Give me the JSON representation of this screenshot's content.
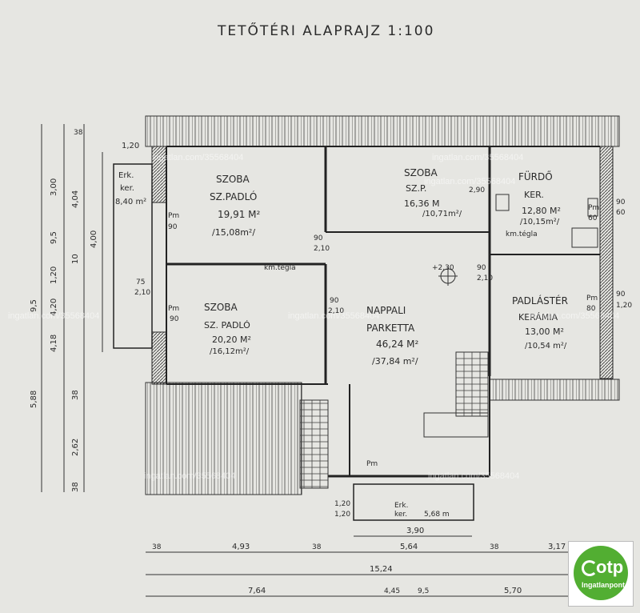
{
  "title": "TETŐTÉRI ALAPRAJZ 1:100",
  "rooms": {
    "szoba1": {
      "name": "SZOBA",
      "floor": "SZ.PADLÓ",
      "area": "19,91 M²",
      "area2": "/15,08m²/"
    },
    "szoba2": {
      "name": "SZOBA",
      "floor": "SZ.P.",
      "area": "16,36 M",
      "area2": "/10,71m²/"
    },
    "furdo": {
      "name": "FÜRDŐ",
      "floor": "KER.",
      "area": "12,80 M²",
      "area2": "/10,15m²/",
      "note": "km.tégla"
    },
    "szoba3": {
      "name": "SZOBA",
      "floor": "SZ. PADLÓ",
      "area": "20,20 M²",
      "area2": "/16,12m²/"
    },
    "nappali": {
      "name": "NAPPALI",
      "floor": "PARKETTA",
      "area": "46,24 M²",
      "area2": "/37,84 m²/"
    },
    "padlaster": {
      "name": "PADLÁSTÉR",
      "floor": "KERÁMIA",
      "area": "13,00 M²",
      "area2": "/10,54 m²/"
    },
    "erkely_left": {
      "name": "Erk.",
      "floor": "ker.",
      "area": "8,40 m²"
    },
    "erkely_bottom": {
      "name": "Erk.",
      "floor": "ker.",
      "area": "5,68 m"
    }
  },
  "labels": {
    "kmtegla": "km.tégla",
    "pm1": "Pm",
    "pm1v": "90",
    "pm2": "Pm",
    "pm2v": "90",
    "pm3": "Pm",
    "pm3v": "80",
    "pm4": "Pm",
    "pm4v": "60",
    "pm5": "Pm",
    "d90_210a": "90",
    "d90_210a2": "2,10",
    "d90_210b": "90",
    "d90_210b2": "2,10",
    "d90_210c": "90",
    "d90_210c2": "2,10",
    "d75_210": "75",
    "d75_210b": "2,10",
    "d120_120": "1,20",
    "d120_120b": "1,20",
    "d290": "2,90",
    "ceiling": "+2,30",
    "w90_60": "90",
    "w90_60b": "60",
    "w90_80": "90",
    "w90_80b": "1,20"
  },
  "dims_left": [
    "3,00",
    "4,04",
    "9,5",
    "1,20",
    "9,5",
    "4,20",
    "5,88",
    "2,62",
    "38",
    "38",
    "1,20",
    "10",
    "4,00",
    "38",
    "4,18"
  ],
  "dims_bottom": [
    "38",
    "4,93",
    "38",
    "5,64",
    "38",
    "3,17",
    "15,24",
    "7,64",
    "4,45",
    "9,5",
    "5,70",
    "3,90"
  ],
  "watermarks": [
    "ingatlan.com/35568404",
    "ingatlan.com/35568404",
    "ingatlan.com/35568404",
    "ingatlan.com/35568404",
    "ingatlan.com/35568404",
    "ingatlan.com/35568404",
    "ingatlan.com/35568404",
    "ingatlan.com/35568404"
  ],
  "logo": {
    "word": "otp",
    "sub": "Ingatlanpont"
  }
}
